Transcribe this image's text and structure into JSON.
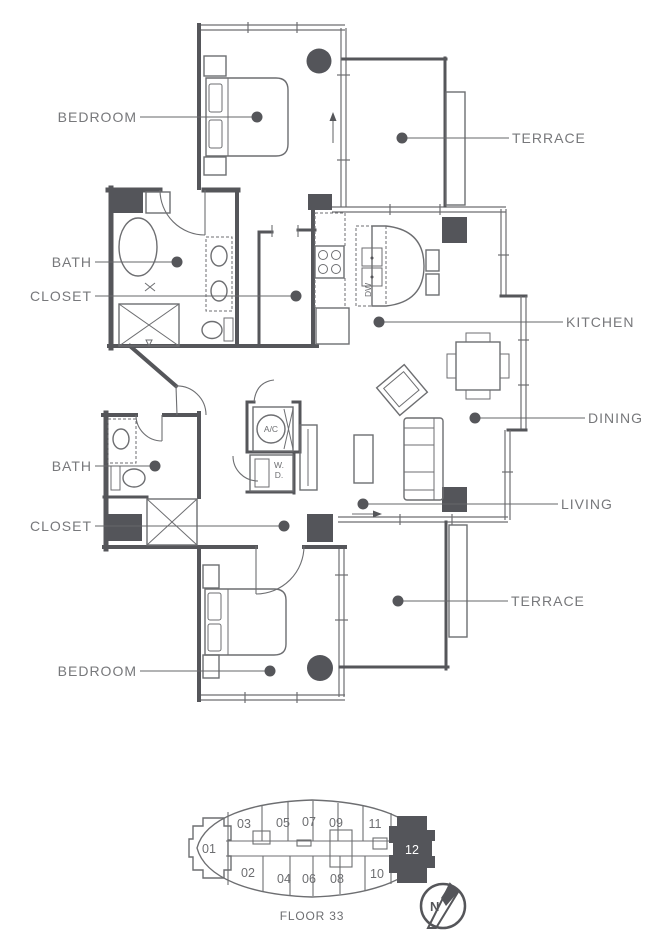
{
  "plan": {
    "room_labels": [
      {
        "text": "BEDROOM"
      },
      {
        "text": "TERRACE"
      },
      {
        "text": "BATH"
      },
      {
        "text": "CLOSET"
      },
      {
        "text": "KITCHEN"
      },
      {
        "text": "DINING"
      },
      {
        "text": "BATH"
      },
      {
        "text": "LIVING"
      },
      {
        "text": "CLOSET"
      },
      {
        "text": "BEDROOM"
      },
      {
        "text": "TERRACE"
      }
    ],
    "annotations": {
      "ac": "A/C",
      "wd_line1": "W.",
      "wd_line2": "D.",
      "dishwasher": "DW"
    }
  },
  "keyplan": {
    "floor_label": "FLOOR 33",
    "north_label": "N",
    "highlighted_unit": "12",
    "units": [
      {
        "label": "01"
      },
      {
        "label": "02"
      },
      {
        "label": "03"
      },
      {
        "label": "04"
      },
      {
        "label": "05"
      },
      {
        "label": "06"
      },
      {
        "label": "07"
      },
      {
        "label": "08"
      },
      {
        "label": "09"
      },
      {
        "label": "10"
      },
      {
        "label": "11"
      },
      {
        "label": "12"
      }
    ]
  },
  "colors": {
    "wall": "#55565a",
    "furniture_line": "#6d6e71",
    "label_text": "#77787b",
    "dark_fill": "#54555a",
    "background": "#ffffff"
  }
}
